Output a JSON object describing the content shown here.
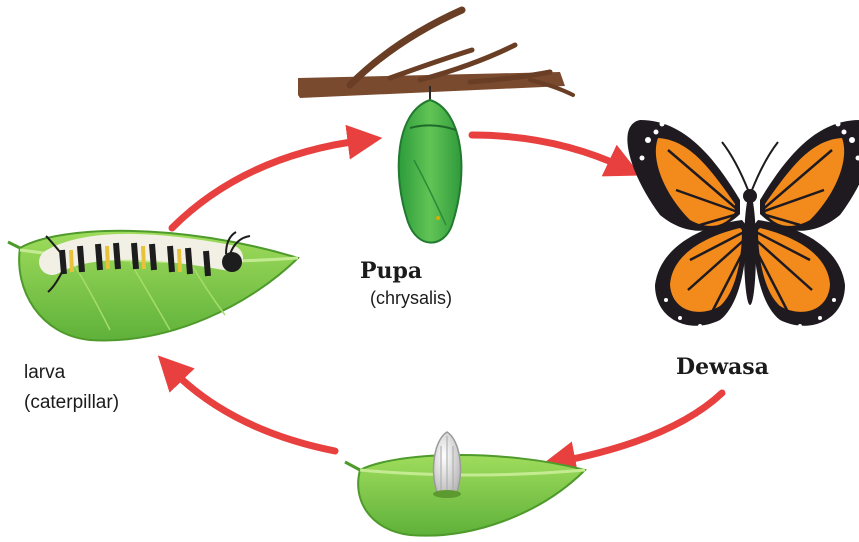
{
  "stages": {
    "pupa": {
      "title": "Pupa",
      "subtitle": "(chrysalis)"
    },
    "adult": {
      "title": "Dewasa"
    },
    "larva": {
      "title": "larva",
      "subtitle": "(caterpillar)"
    }
  },
  "colors": {
    "arrow": "#e8403f",
    "leaf": "#7ecb45",
    "leaf_dark": "#4e9a2b",
    "branch": "#7a4a2e",
    "chrysalis": "#3bb04a",
    "wing_orange": "#f28a1c",
    "wing_black": "#1e1a1f"
  }
}
